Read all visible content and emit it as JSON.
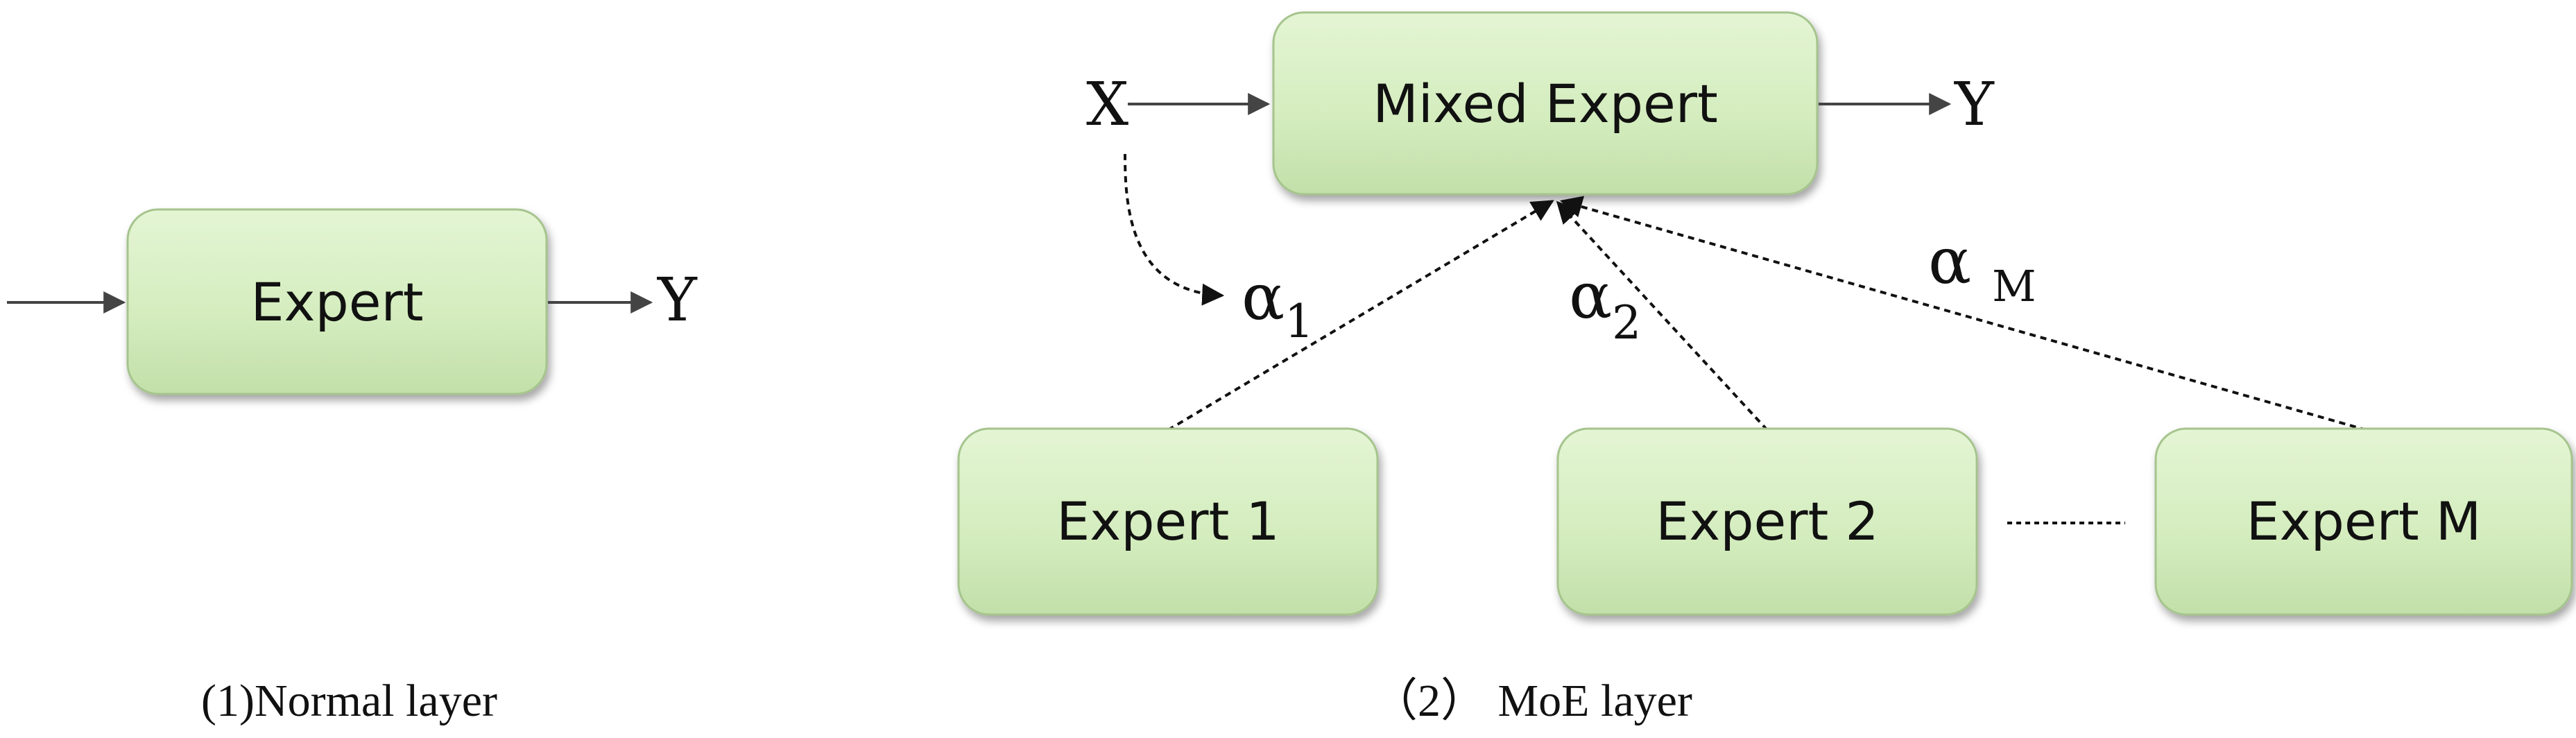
{
  "normal_layer": {
    "box_label": "Expert",
    "output_label": "Y",
    "caption": "(1)Normal layer"
  },
  "moe_layer": {
    "input_label": "X",
    "mixed_box_label": "Mixed Expert",
    "output_label": "Y",
    "experts": [
      {
        "label": "Expert 1"
      },
      {
        "label": "Expert 2"
      },
      {
        "label": "Expert M"
      }
    ],
    "gates": [
      {
        "symbol": "α",
        "subscript": "1"
      },
      {
        "symbol": "α",
        "subscript": "2"
      },
      {
        "symbol": "α",
        "subscript": "M"
      }
    ],
    "caption": "（2） MoE layer"
  },
  "colors": {
    "box_fill": "#d8efc3",
    "box_stroke": "#9fbf86",
    "arrow": "#444444"
  }
}
